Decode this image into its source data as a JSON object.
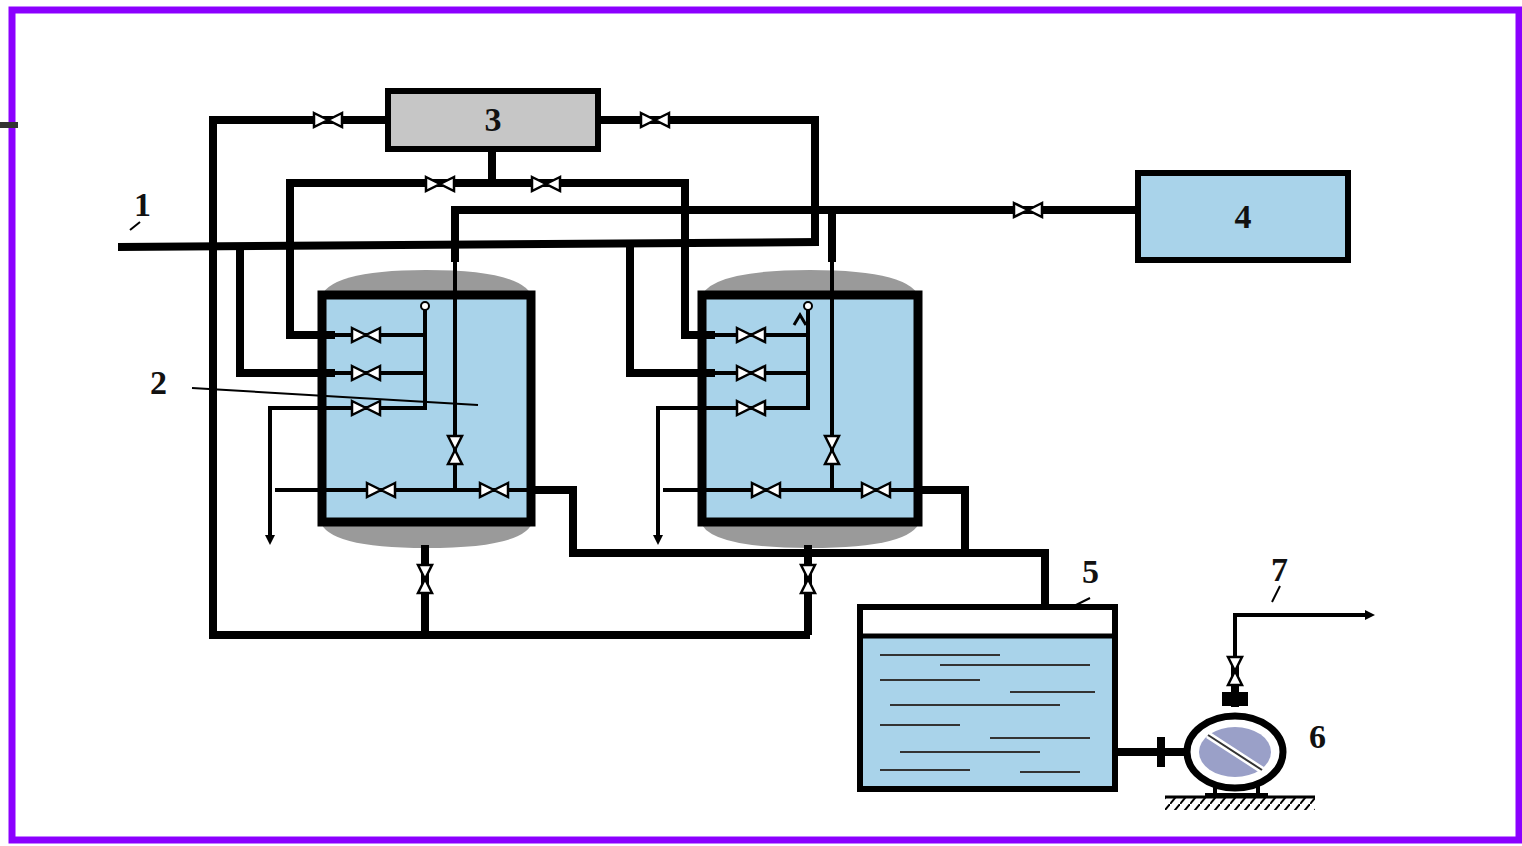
{
  "diagram": {
    "nodes": [
      {
        "text": [
          "3"
        ]
      },
      {
        "text": [
          "4"
        ]
      }
    ],
    "labels": [
      "1",
      "2",
      "5",
      "6",
      "7"
    ]
  }
}
